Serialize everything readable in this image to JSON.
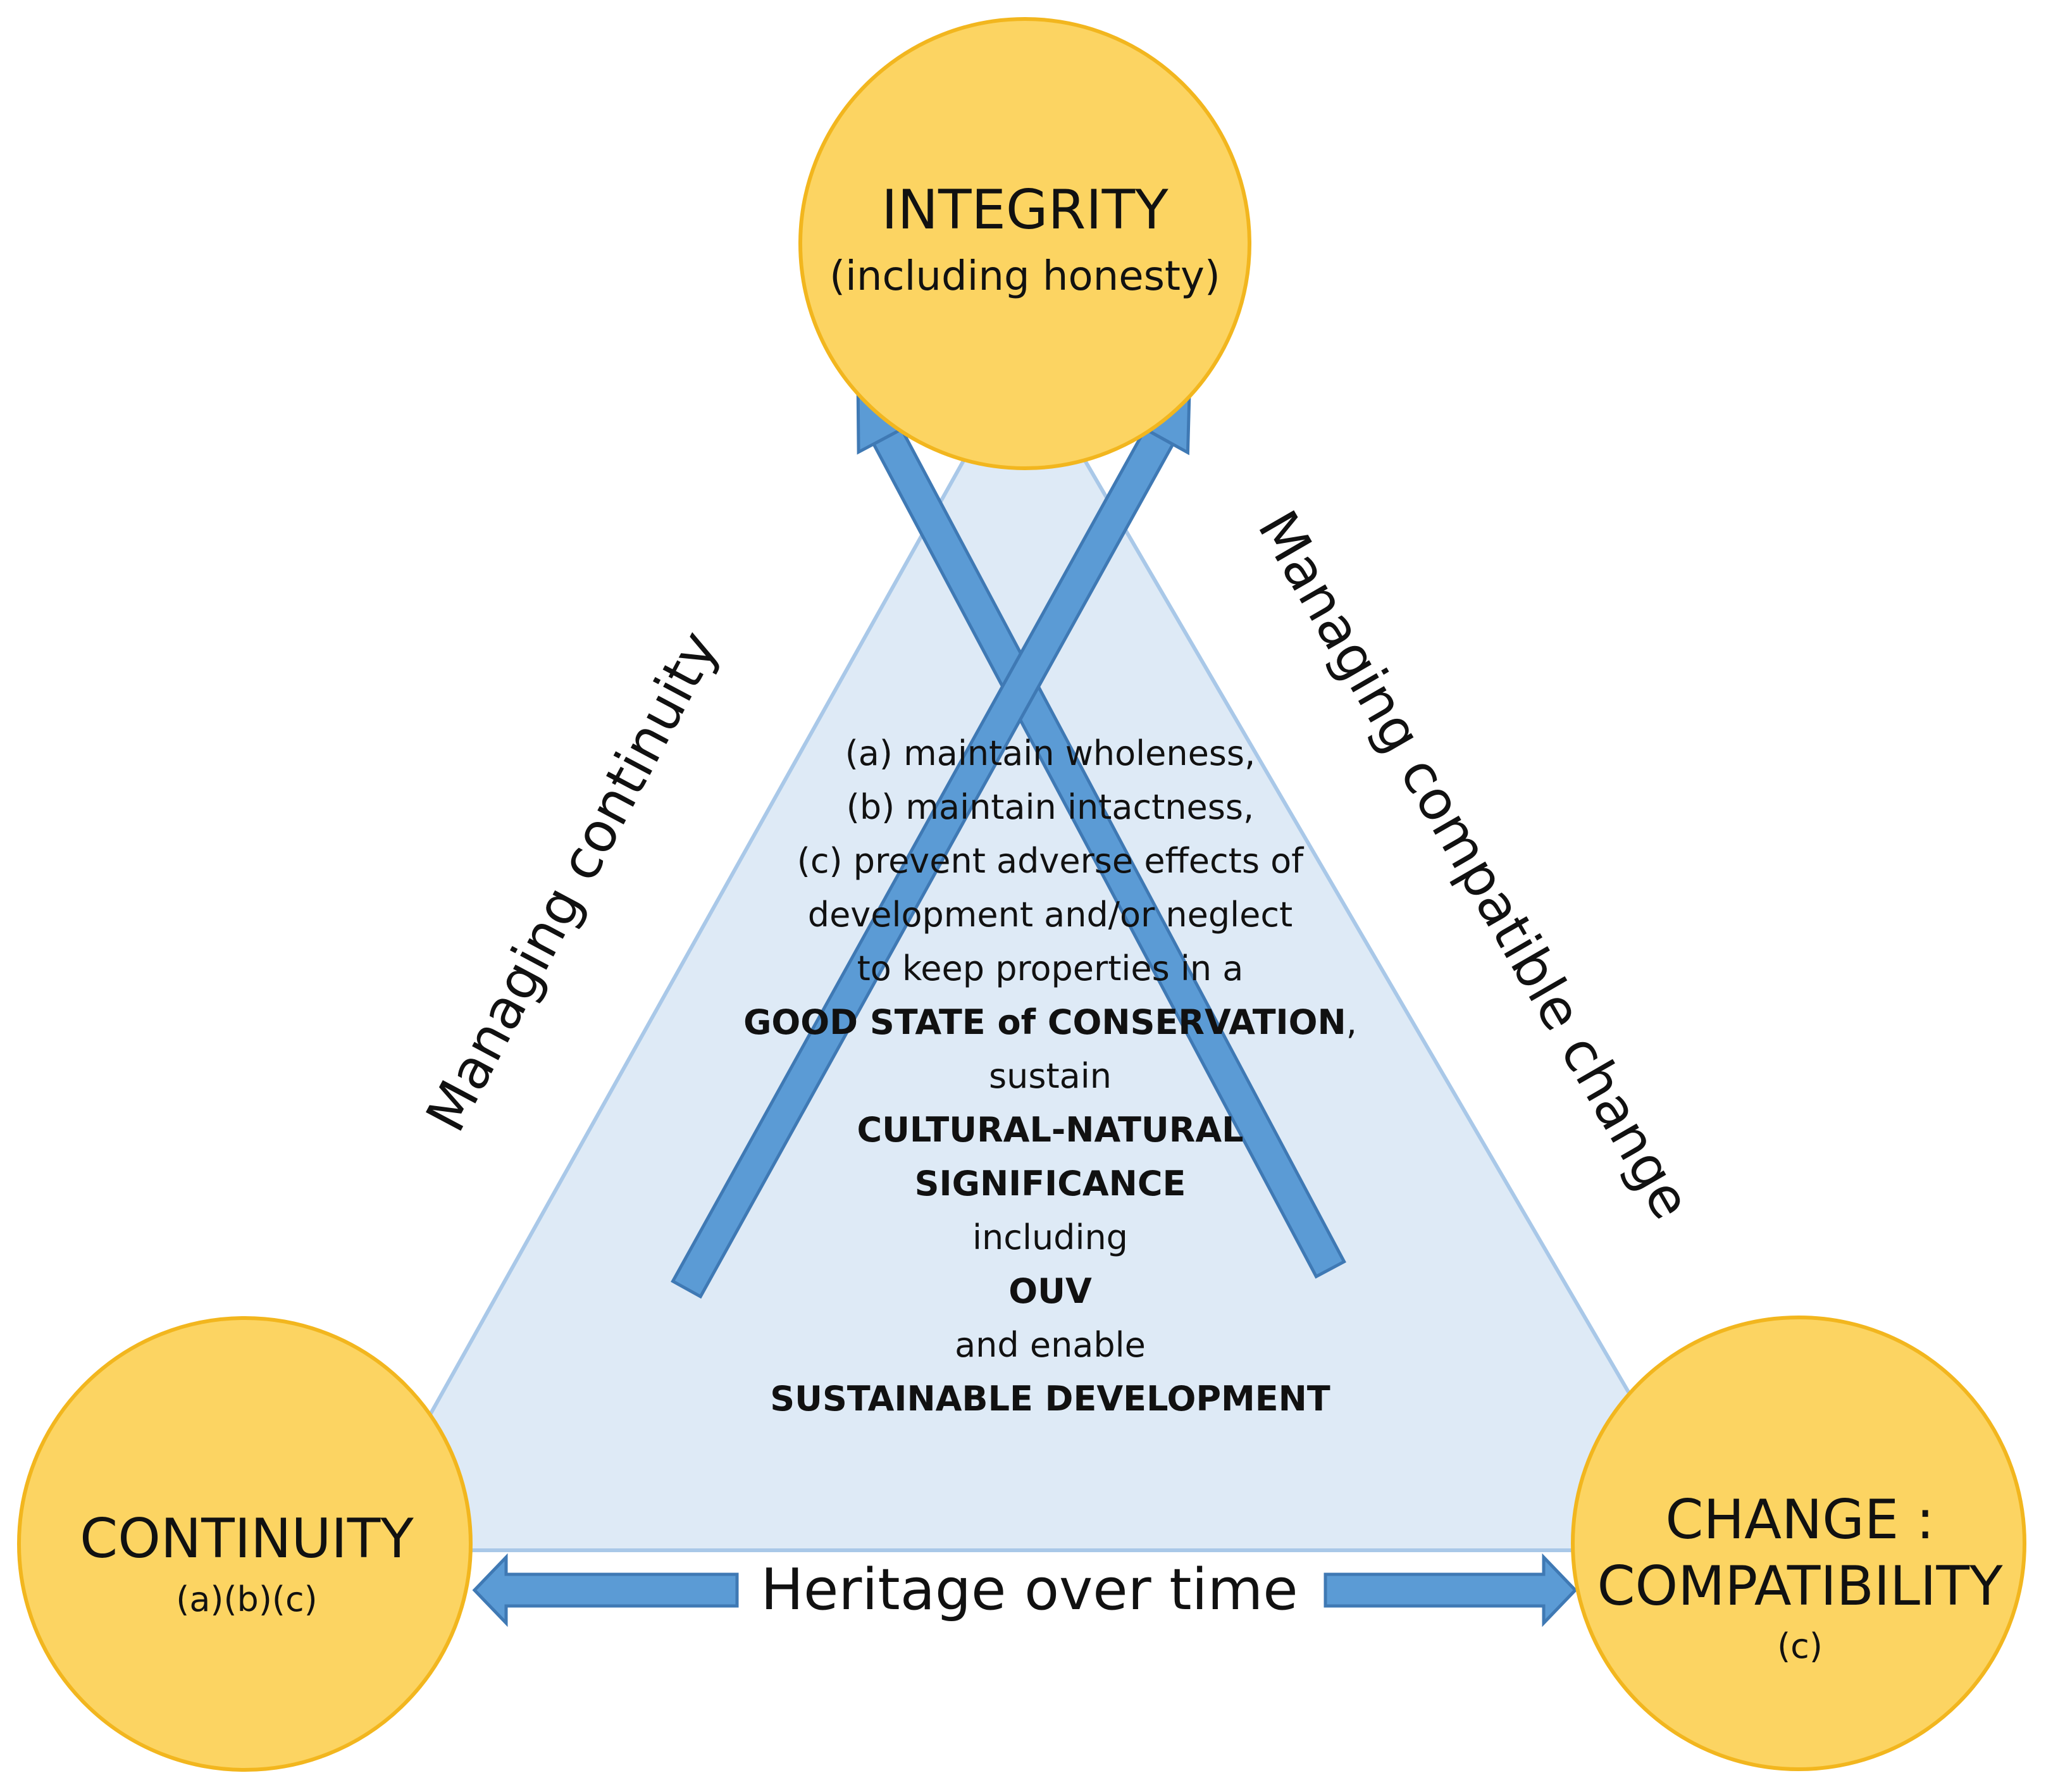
{
  "diagram": {
    "nodes": {
      "integrity": {
        "title": "INTEGRITY",
        "subtitle": "(including honesty)"
      },
      "continuity": {
        "title": "CONTINUITY",
        "subtitle": "(a)(b)(c)"
      },
      "change": {
        "title_line1": "CHANGE :",
        "title_line2": "COMPATIBILITY",
        "subtitle": "(c)"
      }
    },
    "edges": {
      "left": "Managing continuity",
      "right": "Managing compatible change",
      "bottom": "Heritage over time"
    },
    "center": {
      "line1": "(a) maintain wholeness,",
      "line2": "(b) maintain intactness,",
      "line3": "(c) prevent adverse effects of",
      "line4": "development and/or neglect",
      "line5": "to keep properties in a",
      "line6_bold": "GOOD STATE of CONSERVATION",
      "line6_suffix": ",",
      "line7": "sustain",
      "line8_bold": "CULTURAL-NATURAL",
      "line9_bold": "SIGNIFICANCE",
      "line10": "including",
      "line11_bold": "OUV",
      "line12": "and enable",
      "line13_bold": "SUSTAINABLE DEVELOPMENT"
    },
    "colors": {
      "circle_fill": "#FCD462",
      "circle_stroke": "#F2B61E",
      "triangle_fill": "#DEEAF6",
      "triangle_stroke": "#A9C8E8",
      "arrow_fill": "#5B9BD5",
      "arrow_stroke": "#3F79B4"
    }
  }
}
